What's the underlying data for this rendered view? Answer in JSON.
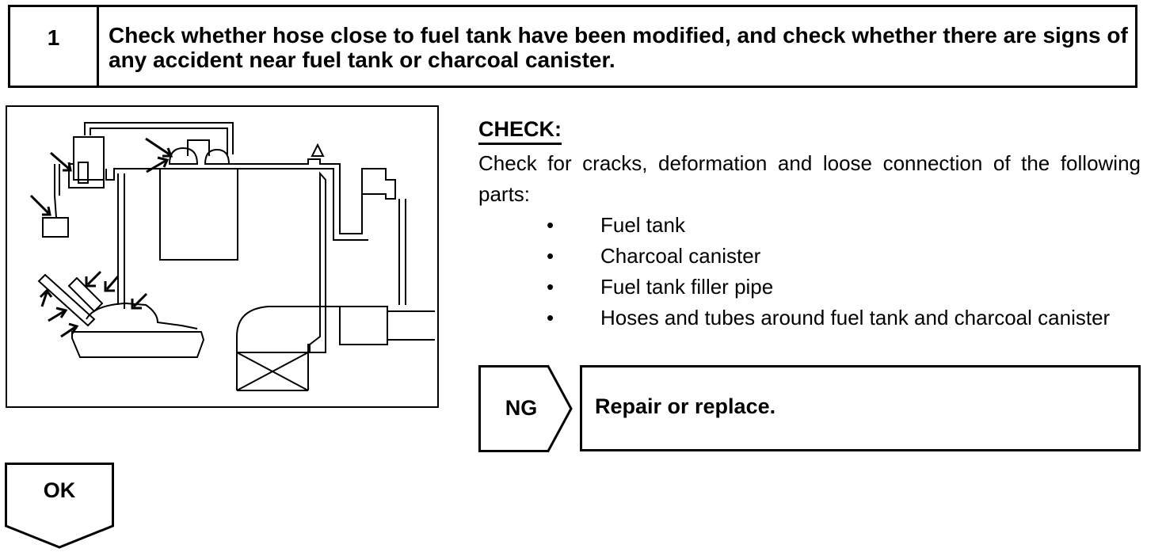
{
  "step": {
    "number": "1",
    "title": "Check whether hose close to fuel tank have been modified, and check whether there are signs of any accident near fuel tank or charcoal canister."
  },
  "check": {
    "heading": "CHECK:",
    "description": "Check for cracks, deformation and loose connection of the fol­lowing parts:",
    "bullet": "•",
    "parts": [
      "Fuel tank",
      "Charcoal canister",
      "Fuel tank filler pipe",
      "Hoses and tubes around fuel tank and charcoal canister"
    ]
  },
  "ng": {
    "label": "NG",
    "action": "Repair or replace."
  },
  "ok": {
    "label": "OK"
  }
}
